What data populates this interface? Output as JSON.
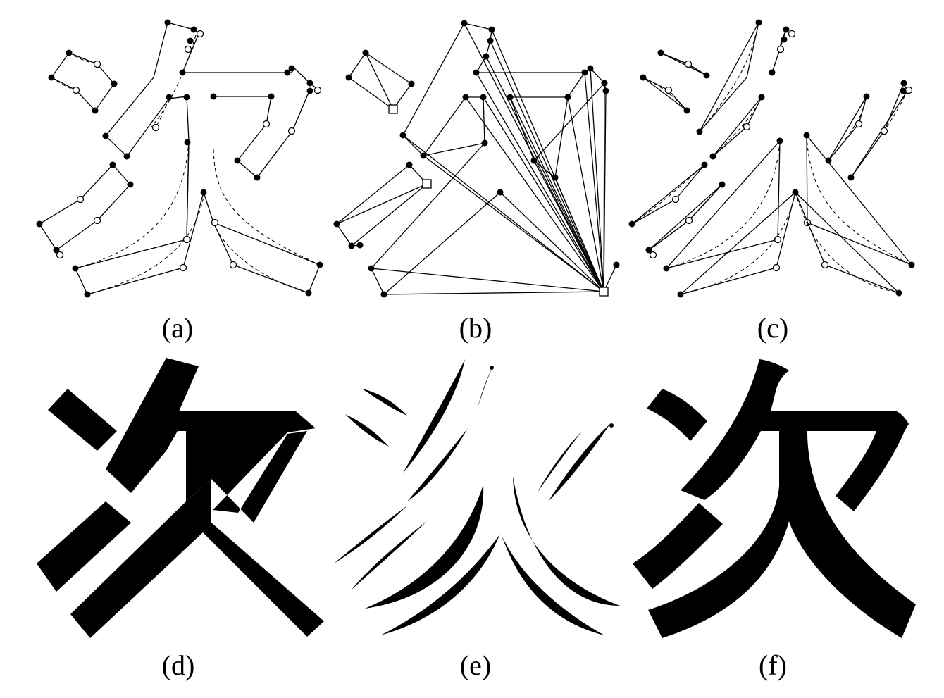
{
  "figure": {
    "panels": [
      {
        "id": "a",
        "label": "(a)"
      },
      {
        "id": "b",
        "label": "(b)"
      },
      {
        "id": "c",
        "label": "(c)"
      },
      {
        "id": "d",
        "label": "(d)"
      },
      {
        "id": "e",
        "label": "(e)"
      },
      {
        "id": "f",
        "label": "(f)"
      }
    ]
  }
}
